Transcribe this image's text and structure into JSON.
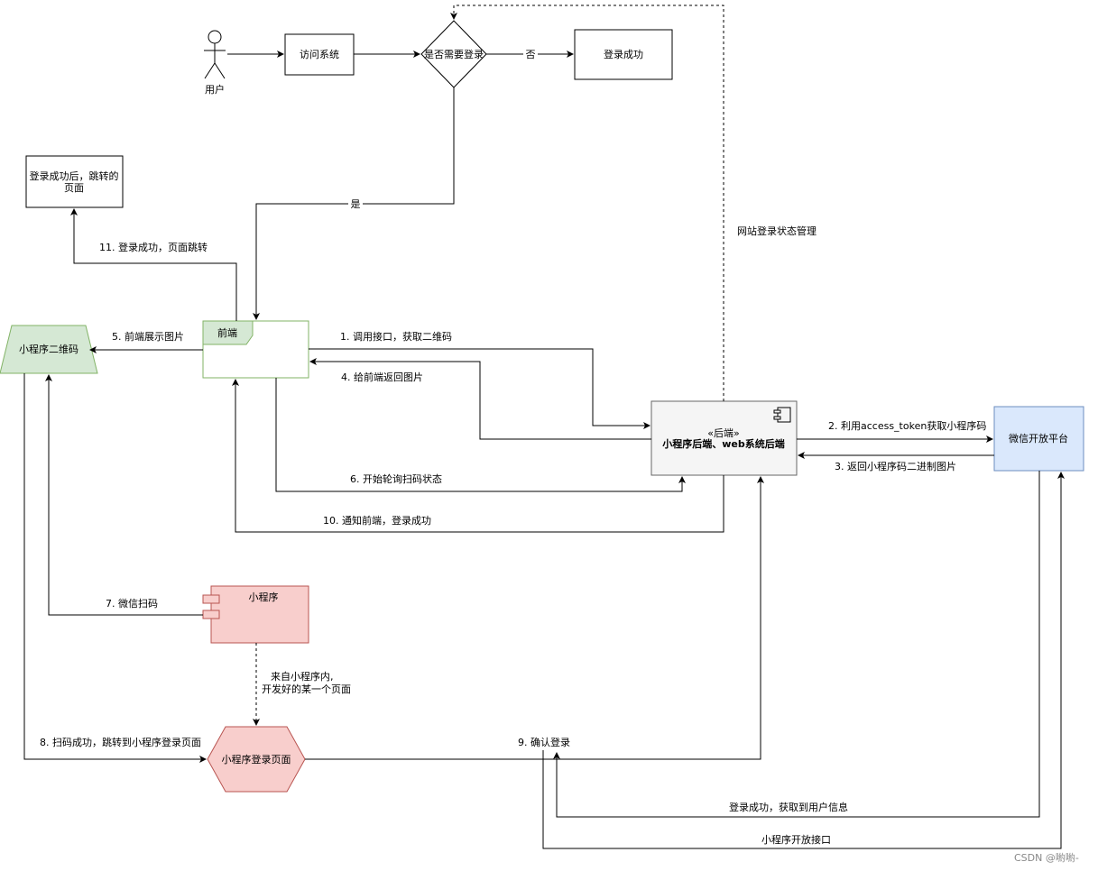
{
  "diagram": {
    "actor_label": "用户",
    "nodes": {
      "visit_system": "访问系统",
      "need_login": "是否需要登录",
      "login_success": "登录成功",
      "redirect_page_l1": "登录成功后，跳转的",
      "redirect_page_l2": "页面",
      "frontend": "前端",
      "qrcode": "小程序二维码",
      "backend_stereotype": "«后端»",
      "backend_name": "小程序后端、web系统后端",
      "wechat_platform": "微信开放平台",
      "miniprogram": "小程序",
      "mp_login_page": "小程序登录页面"
    },
    "edges": {
      "no": "否",
      "yes": "是",
      "site_login_state": "网站登录状态管理",
      "e1": "1. 调用接口，获取二维码",
      "e2": "2. 利用access_token获取小程序码",
      "e3": "3. 返回小程序码二进制图片",
      "e4": "4. 给前端返回图片",
      "e5": "5. 前端展示图片",
      "e6": "6. 开始轮询扫码状态",
      "e7": "7. 微信扫码",
      "e8": "8. 扫码成功，跳转到小程序登录页面",
      "e9": "9. 确认登录",
      "e10": "10. 通知前端，登录成功",
      "e11": "11. 登录成功，页面跳转",
      "from_mp_l1": "来自小程序内,",
      "from_mp_l2": "开发好的某一个页面",
      "got_user_info": "登录成功，获取到用户信息",
      "mp_open_api": "小程序开放接口"
    },
    "colors": {
      "green_fill": "#d5e8d4",
      "green_stroke": "#82b366",
      "gray_fill": "#f5f5f5",
      "gray_stroke": "#666666",
      "blue_fill": "#dae8fc",
      "blue_stroke": "#6c8ebf",
      "red_fill": "#f8cecc",
      "red_stroke": "#b85450"
    }
  },
  "watermark": "CSDN @喲喲-"
}
